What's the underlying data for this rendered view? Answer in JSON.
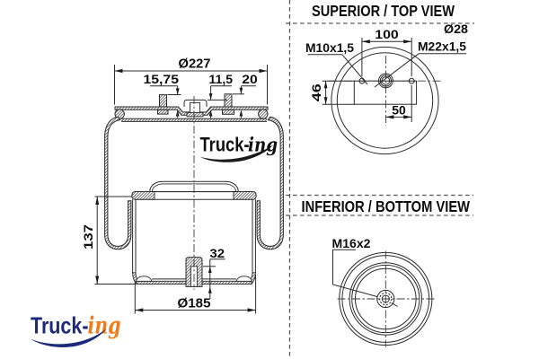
{
  "colors": {
    "line": "#2b2b2b",
    "text": "#0d0d0d",
    "dashed_divider": "#5a5a5a",
    "logo_navy": "#1c2a7a",
    "logo_orange": "#ef7d1b",
    "background": "#ffffff"
  },
  "front_view": {
    "dimensions": {
      "top_plate_diameter": "Ø227",
      "left_stud_protrusion": "15,75",
      "air_port_protrusion": "11,5",
      "right_stud_protrusion": "20",
      "piston_height": "137",
      "boss_depth": "32",
      "piston_diameter": "Ø185"
    },
    "watermark_logo": {
      "word": "Truck-",
      "suffix": "ing"
    }
  },
  "top_view": {
    "title": "SUPERIOR / TOP VIEW",
    "labels": {
      "stud_thread": "M10x1,5",
      "port_diameter": "Ø28",
      "port_thread": "M22x1,5"
    },
    "dimensions": {
      "stud_spacing": "100",
      "port_to_stud_offset": "50",
      "plate_band_width": "46"
    }
  },
  "bottom_view": {
    "title": "INFERIOR / BOTTOM VIEW",
    "labels": {
      "boss_thread": "M16x2"
    }
  },
  "brand_logo": {
    "word": "Truck-",
    "suffix": "ing"
  }
}
